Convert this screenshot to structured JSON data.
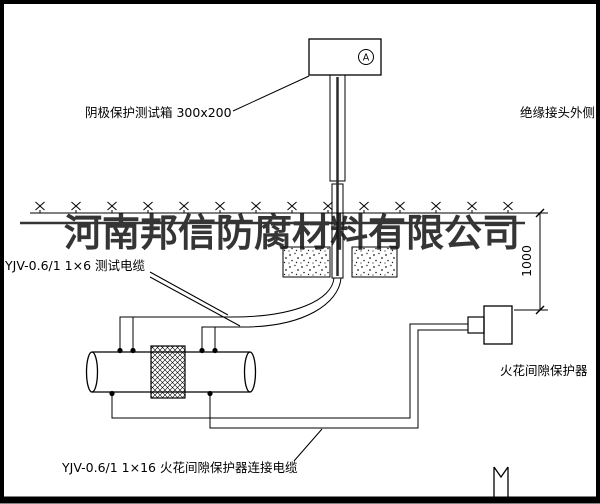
{
  "watermark": {
    "text": "河南邦信防腐材料有限公司"
  },
  "labels": {
    "test_box": "阴极保护测试箱 300x200",
    "outer_cable": "绝缘接头外侧电缆",
    "test_cable": "YJV-0.6/1 1×6  测试电缆",
    "spark_gap_protector": "火花间隙保护器",
    "connect_cable": "YJV-0.6/1 1×16  火花间隙保护器连接电缆",
    "dimension": "1000",
    "meter": "A"
  },
  "colors": {
    "ink": "#000000",
    "paper": "#ffffff",
    "watermark": "#141414"
  }
}
